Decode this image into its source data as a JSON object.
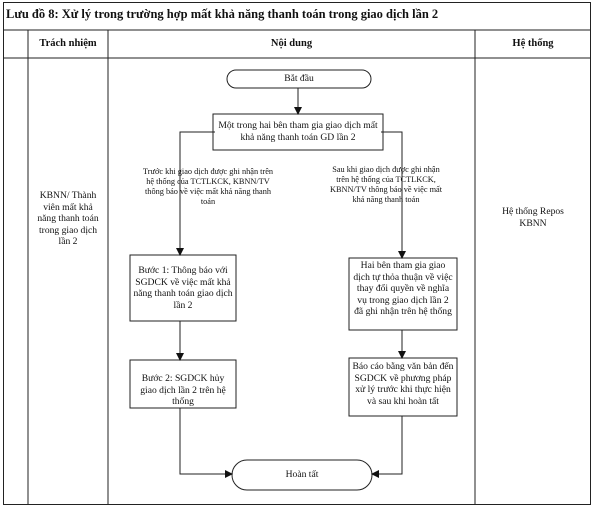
{
  "title": "Lưu đồ 8: Xử lý trong trường hợp mất khả năng thanh toán trong giao dịch lần 2",
  "headers": {
    "responsibility": "Trách nhiệm",
    "content": "Nội dung",
    "system": "Hệ thống"
  },
  "responsibility_text": "KBNN/ Thành viên mất khả năng thanh toán trong giao dịch lần 2",
  "system_text": "Hệ thống Repos KBNN",
  "flow": {
    "start": "Bắt đầu",
    "event": "Một trong hai bên tham gia giao dịch mất khả năng thanh toán GD lần 2",
    "left_condition": "Trước khi giao dịch được ghi nhận trên hệ thống của TCTLKCK, KBNN/TV thông báo về việc mất khả năng thanh toán",
    "right_condition": "Sau khi giao dịch được ghi nhận trên hệ thống của TCTLKCK, KBNN/TV thông báo về việc mất khả năng thanh toán",
    "step1": "Bước 1: Thông báo với SGDCK về việc mất khả năng thanh toán giao dịch lần 2",
    "step2": "Bước 2: SGDCK hủy giao dịch lần 2 trên hệ thống",
    "right_box1": "Hai bên tham gia giao dịch tự thỏa thuận về việc thay đổi quyền về nghĩa vụ trong giao dịch lần 2 đã ghi nhận trên hệ thống",
    "right_box2": "Báo cáo bằng văn bản đến SGDCK về phương pháp xử lý trước khi thực hiện và sau khi hoàn tất",
    "end": "Hoàn tất"
  }
}
